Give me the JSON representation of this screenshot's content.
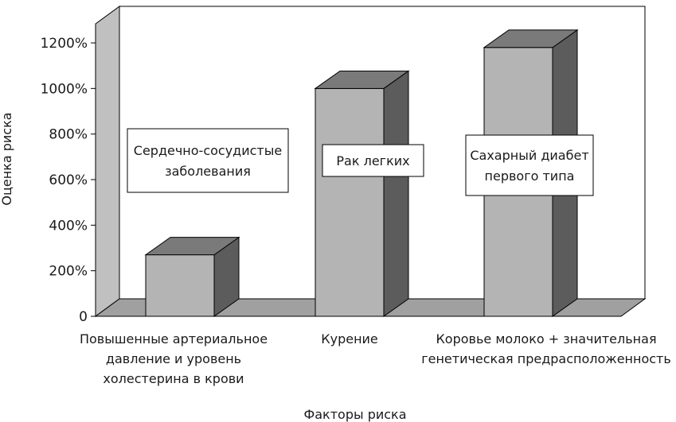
{
  "chart_data": {
    "type": "bar",
    "categories": [
      [
        "Повышенные артериальное",
        "давление и уровень",
        "холестерина в крови"
      ],
      [
        "Курение"
      ],
      [
        "Коровье молоко + значительная",
        "генетическая предрасположенность"
      ]
    ],
    "values": [
      270,
      1000,
      1180
    ],
    "ylim": [
      0,
      1200
    ],
    "yticks": [
      0,
      200,
      400,
      600,
      800,
      1000,
      1200
    ],
    "ytick_labels": [
      "0",
      "200%",
      "400%",
      "600%",
      "800%",
      "1000%",
      "1200%"
    ],
    "xlabel": "Факторы риска",
    "ylabel": "Оценка риска",
    "annotations": [
      [
        "Сердечно-сосудистые",
        "заболевания"
      ],
      [
        "Рак легких"
      ],
      [
        "Сахарный диабет",
        "первого типа"
      ]
    ],
    "grid": false,
    "style": "3d",
    "colors": {
      "bar_front": "#b4b4b4",
      "bar_side": "#5c5c5c",
      "bar_top": "#7a7a7a",
      "back_wall": "#ffffff",
      "side_wall": "#c0c0c0",
      "floor": "#a0a0a0"
    }
  }
}
